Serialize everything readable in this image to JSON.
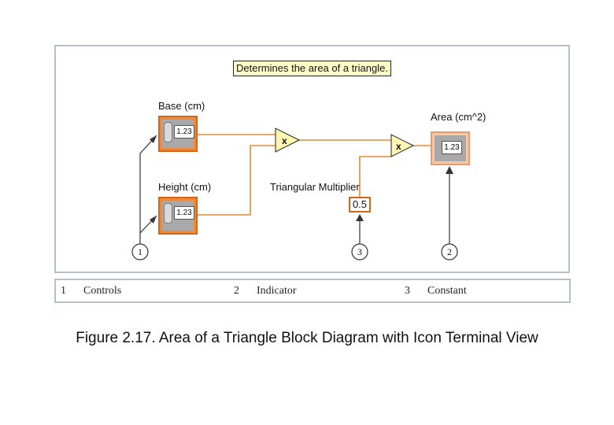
{
  "diagram": {
    "comment": "Determines the area of a triangle.",
    "controls": [
      {
        "label": "Base (cm)",
        "value": "1.23"
      },
      {
        "label": "Height (cm)",
        "value": "1.23"
      }
    ],
    "constant": {
      "label": "Triangular Multiplier",
      "value": "0.5"
    },
    "indicator": {
      "label": "Area (cm^2)",
      "value": "1.23"
    },
    "multiply_symbol": "x",
    "callouts": [
      "1",
      "3",
      "2"
    ]
  },
  "legend": [
    {
      "num": "1",
      "text": "Controls"
    },
    {
      "num": "2",
      "text": "Indicator"
    },
    {
      "num": "3",
      "text": "Constant"
    }
  ],
  "caption": "Figure 2.17. Area of a Triangle Block Diagram with Icon Terminal View",
  "colors": {
    "wire": "#e08a3a",
    "terminal": "#f08a3a",
    "multiply": "#fff7b0",
    "comment_bg": "#ffffc8"
  }
}
